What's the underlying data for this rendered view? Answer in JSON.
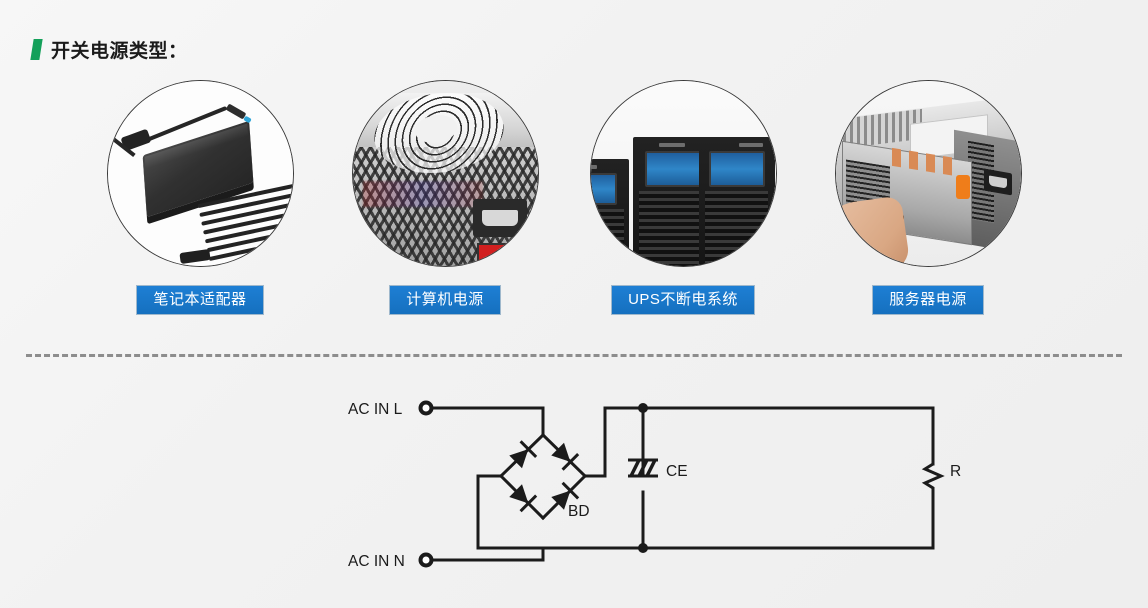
{
  "header": {
    "marker_color": "#14a05a",
    "title": "开关电源类型："
  },
  "products": [
    {
      "caption": "笔记本适配器",
      "image_name": "laptop-power-adapter-photo"
    },
    {
      "caption": "计算机电源",
      "image_name": "computer-power-supply-photo"
    },
    {
      "caption": "UPS不断电系统",
      "image_name": "ups-tower-units-photo"
    },
    {
      "caption": "服务器电源",
      "image_name": "server-power-supply-module-photo"
    }
  ],
  "caption_style": {
    "background": "#1570bf",
    "text_color": "#ffffff"
  },
  "divider": {
    "color": "#8d8d8d",
    "style": "dashed"
  },
  "circuit": {
    "terminals": {
      "line_in": "AC IN L",
      "neutral_in": "AC IN N"
    },
    "components": [
      {
        "ref": "BD",
        "type": "bridge-rectifier"
      },
      {
        "ref": "CE",
        "type": "electrolytic-capacitor"
      },
      {
        "ref": "R",
        "type": "resistor"
      }
    ],
    "labels": {
      "bd": "BD",
      "ce": "CE",
      "r": "R"
    },
    "wire_color": "#1b1b1b"
  }
}
